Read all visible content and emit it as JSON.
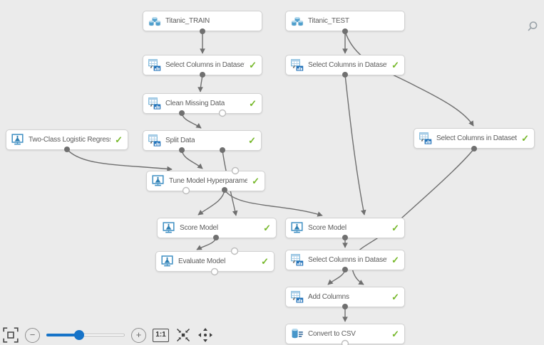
{
  "nodes": [
    {
      "id": "titanic-train",
      "label": "Titanic_TRAIN",
      "type": "dataset",
      "completed": false
    },
    {
      "id": "titanic-test",
      "label": "Titanic_TEST",
      "type": "dataset",
      "completed": false
    },
    {
      "id": "select-columns-train",
      "label": "Select Columns in Dataset",
      "type": "data-transform",
      "completed": true
    },
    {
      "id": "select-columns-test",
      "label": "Select Columns in Dataset",
      "type": "data-transform",
      "completed": true
    },
    {
      "id": "clean-missing-data",
      "label": "Clean Missing Data",
      "type": "data-transform",
      "completed": true
    },
    {
      "id": "two-class-logistic-regression",
      "label": "Two-Class Logistic Regression",
      "type": "model",
      "completed": true
    },
    {
      "id": "split-data",
      "label": "Split Data",
      "type": "data-transform",
      "completed": true
    },
    {
      "id": "select-columns-far-right",
      "label": "Select Columns in Dataset",
      "type": "data-transform",
      "completed": true
    },
    {
      "id": "tune-model-hyperparameters",
      "label": "Tune Model Hyperparameters",
      "type": "model",
      "completed": true
    },
    {
      "id": "score-model-left",
      "label": "Score Model",
      "type": "model",
      "completed": true
    },
    {
      "id": "score-model-right",
      "label": "Score Model",
      "type": "model",
      "completed": true
    },
    {
      "id": "evaluate-model",
      "label": "Evaluate Model",
      "type": "model",
      "completed": true
    },
    {
      "id": "select-columns-scored",
      "label": "Select Columns in Dataset",
      "type": "data-transform",
      "completed": true
    },
    {
      "id": "add-columns",
      "label": "Add Columns",
      "type": "data-transform",
      "completed": true
    },
    {
      "id": "convert-to-csv",
      "label": "Convert to CSV",
      "type": "data-output",
      "completed": true
    }
  ],
  "glyphs": {
    "check": "✓",
    "minus": "−",
    "plus": "+"
  },
  "toolbar": {
    "actual_size_label": "1:1",
    "zoom_slider_pct": 42
  },
  "colors": {
    "canvas_bg": "#ebebeb",
    "accent_blue": "#1673c8",
    "check_green": "#76b82a",
    "edge_gray": "#6f6f6f",
    "node_border": "#d2d2d2",
    "icon_blue": "#4796ca"
  }
}
